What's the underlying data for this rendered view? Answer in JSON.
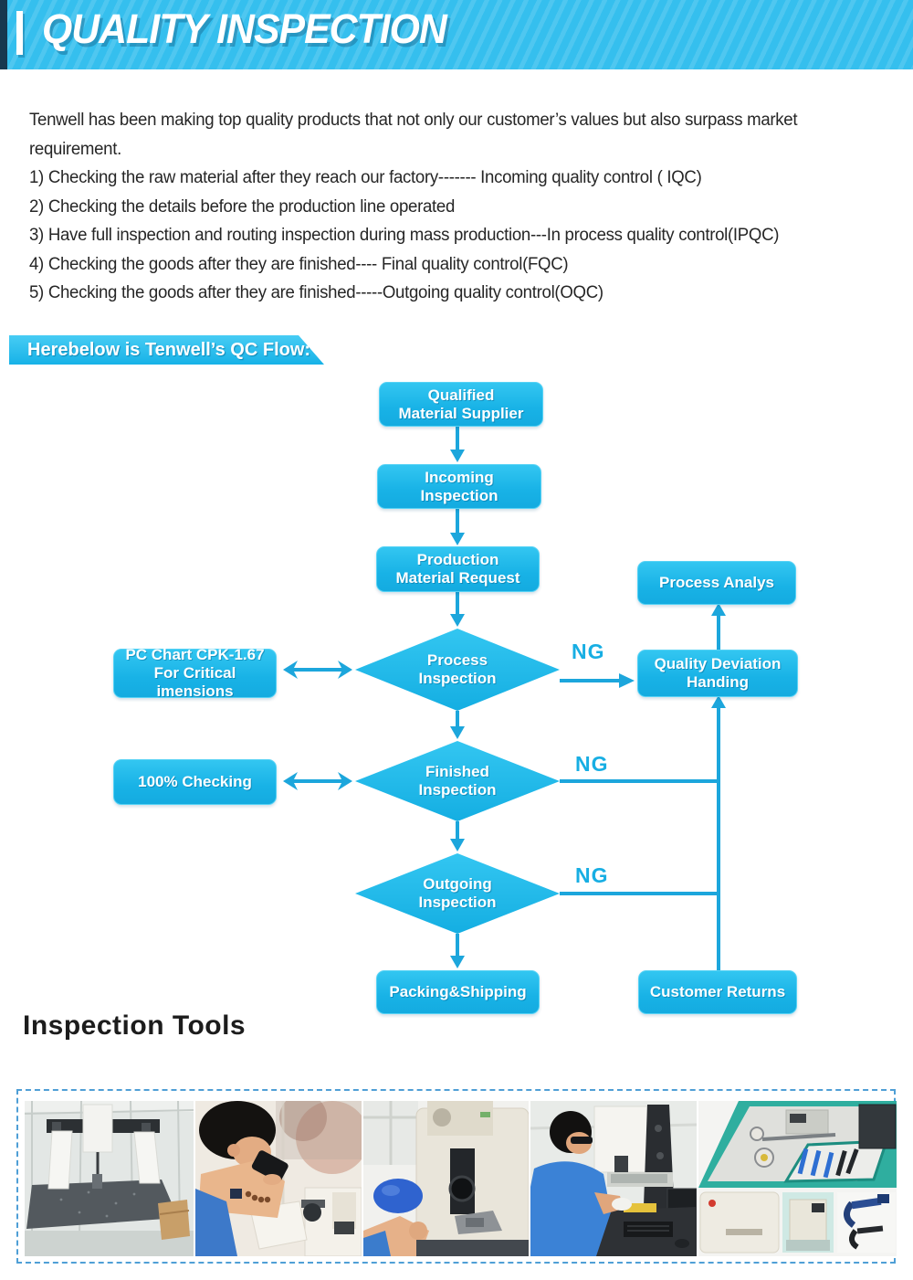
{
  "header": {
    "title": "QUALITY INSPECTION"
  },
  "intro": {
    "lines": [
      "Tenwell has been making top quality products that not only our customer’s values but also surpass market",
      "requirement.",
      "1) Checking the raw material after they reach our factory------- Incoming quality control ( IQC)",
      "2) Checking the details before the production line operated",
      "3) Have full inspection and routing inspection during mass production---In process quality control(IPQC)",
      "4) Checking the goods after they are finished---- Final quality control(FQC)",
      "5) Checking the goods after they are finished-----Outgoing quality control(OQC)"
    ]
  },
  "qc_flow": {
    "heading": "Herebelow is Tenwell’s QC Flow:"
  },
  "flowchart": {
    "ng": "NG",
    "nodes": {
      "qualified_supplier": [
        "Qualified",
        "Material Supplier"
      ],
      "incoming_inspection": [
        "Incoming",
        "Inspection"
      ],
      "production_material_request": [
        "Production",
        "Material Request"
      ],
      "process_analys": [
        "Process Analys"
      ],
      "pc_chart": [
        "PC Chart CPK-1.67",
        "For Critical imensions"
      ],
      "quality_deviation_handing": [
        "Quality Deviation",
        "Handing"
      ],
      "checking_100": [
        "100% Checking"
      ],
      "process_inspection": [
        "Process",
        "Inspection"
      ],
      "finished_inspection": [
        "Finished",
        "Inspection"
      ],
      "outgoing_inspection": [
        "Outgoing",
        "Inspection"
      ],
      "packing_shipping": [
        "Packing&Shipping"
      ],
      "customer_returns": [
        "Customer Returns"
      ]
    }
  },
  "tools": {
    "heading": "Inspection Tools",
    "photos": [
      {
        "name": "cmm-coordinate-measuring-machine-photo"
      },
      {
        "name": "microscope-inspection-photo"
      },
      {
        "name": "hardness-tester-photo"
      },
      {
        "name": "video-measuring-machine-operator-photo"
      },
      {
        "name": "measuring-tools-collage-photo"
      }
    ]
  },
  "colors": {
    "banner": "#35bfee",
    "node_fill": "#1db9e9",
    "arrow": "#1ca6dc",
    "ng_text": "#17aee3",
    "dashed_border": "#4f9fd6"
  }
}
